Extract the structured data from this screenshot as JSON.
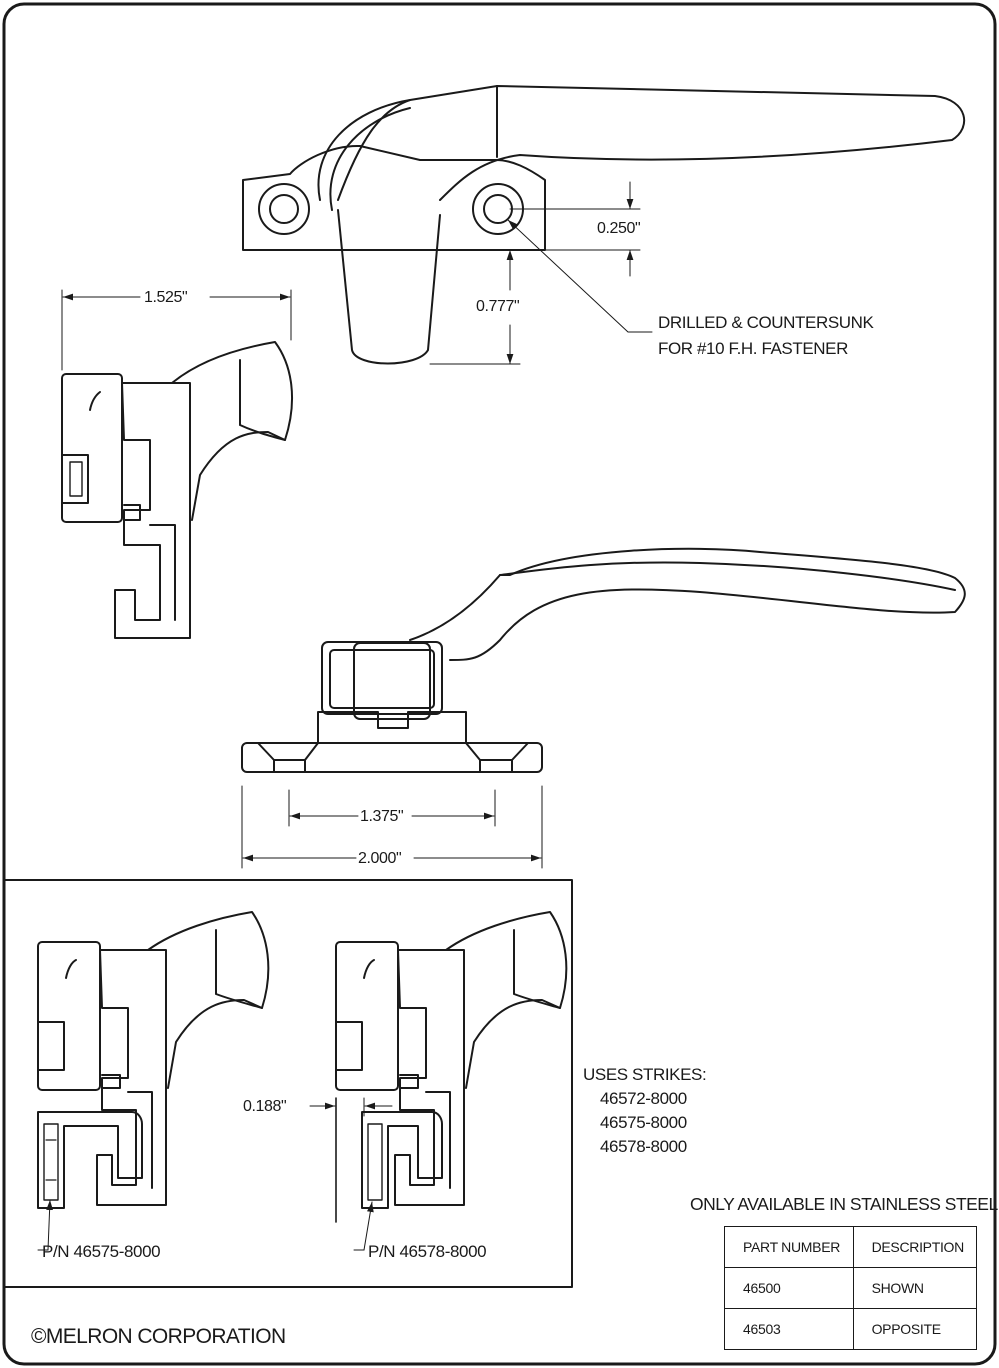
{
  "dimensions": {
    "top_offset": "0.250\"",
    "base_height": "0.777\"",
    "projection": "1.525\"",
    "hole_spacing": "1.375\"",
    "base_width": "2.000\"",
    "strike_gap": "0.188\""
  },
  "fastener_note": {
    "line1": "DRILLED & COUNTERSUNK",
    "line2": "FOR #10 F.H. FASTENER"
  },
  "strikes": {
    "heading": "USES STRIKES:",
    "items": [
      "46572-8000",
      "46575-8000",
      "46578-8000"
    ]
  },
  "callouts": {
    "left_strike": "P/N 46575-8000",
    "right_strike": "P/N 46578-8000"
  },
  "availability": "ONLY AVAILABLE IN STAINLESS STEEL",
  "parts_table": {
    "headers": [
      "PART NUMBER",
      "DESCRIPTION"
    ],
    "rows": [
      [
        "46500",
        "SHOWN"
      ],
      [
        "46503",
        "OPPOSITE"
      ]
    ]
  },
  "copyright": "©MELRON CORPORATION"
}
